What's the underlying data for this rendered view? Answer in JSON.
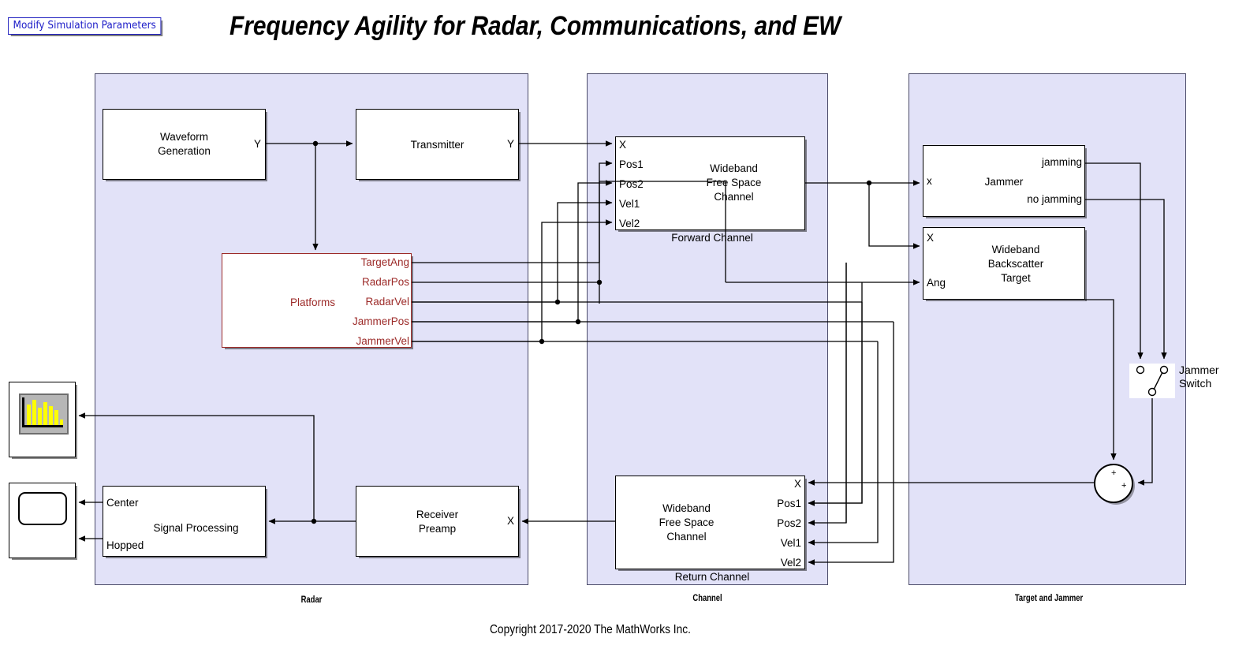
{
  "page": {
    "title": "Frequency Agility for Radar, Communications, and EW",
    "copyright": "Copyright 2017-2020 The MathWorks Inc.",
    "modify_button": "Modify Simulation Parameters"
  },
  "colors": {
    "panel_fill": "#E2E2F8",
    "panel_border": "#4a4a68",
    "block_fill": "#FFFFFF",
    "block_border": "#000000",
    "red_block_border": "#9C2A28",
    "red_text": "#9C2A28",
    "link_text": "#1C1CC8",
    "spectrum_bars": "#FFFF00",
    "spectrum_bg": "#B6B6B6"
  },
  "panels": [
    {
      "id": "radar",
      "label": "Radar"
    },
    {
      "id": "channel",
      "label": "Channel"
    },
    {
      "id": "target",
      "label": "Target and Jammer"
    }
  ],
  "blocks": {
    "waveform_generation": {
      "title": "Waveform\nGeneration",
      "out_port": "Y"
    },
    "transmitter": {
      "title": "Transmitter",
      "out_port": "Y"
    },
    "platforms": {
      "title": "Platforms",
      "outputs": [
        "TargetAng",
        "RadarPos",
        "RadarVel",
        "JammerPos",
        "JammerVel"
      ]
    },
    "receiver_preamp": {
      "title": "Receiver\nPreamp",
      "in_port": "X"
    },
    "signal_processing": {
      "title": "Signal Processing",
      "outputs": [
        "Center",
        "Hopped"
      ]
    },
    "forward_channel": {
      "title": "Wideband\nFree Space\nChannel",
      "caption": "Forward Channel",
      "inputs": [
        "X",
        "Pos1",
        "Pos2",
        "Vel1",
        "Vel2"
      ]
    },
    "return_channel": {
      "title": "Wideband\nFree Space\nChannel",
      "caption": "Return Channel",
      "inputs": [
        "X",
        "Pos1",
        "Pos2",
        "Vel1",
        "Vel2"
      ]
    },
    "jammer": {
      "title": "Jammer",
      "in_port": "x",
      "outputs": [
        "jamming",
        "no jamming"
      ]
    },
    "backscatter_target": {
      "title": "Wideband\nBackscatter\nTarget",
      "inputs": [
        "X",
        "Ang"
      ]
    },
    "jammer_switch": {
      "label": "Jammer\nSwitch"
    },
    "sum_block": {
      "sign_top": "+",
      "sign_right": "+"
    },
    "spectrum_scope": {
      "icon": "spectrum-analyzer-icon"
    },
    "time_scope": {
      "icon": "scope-icon"
    }
  }
}
